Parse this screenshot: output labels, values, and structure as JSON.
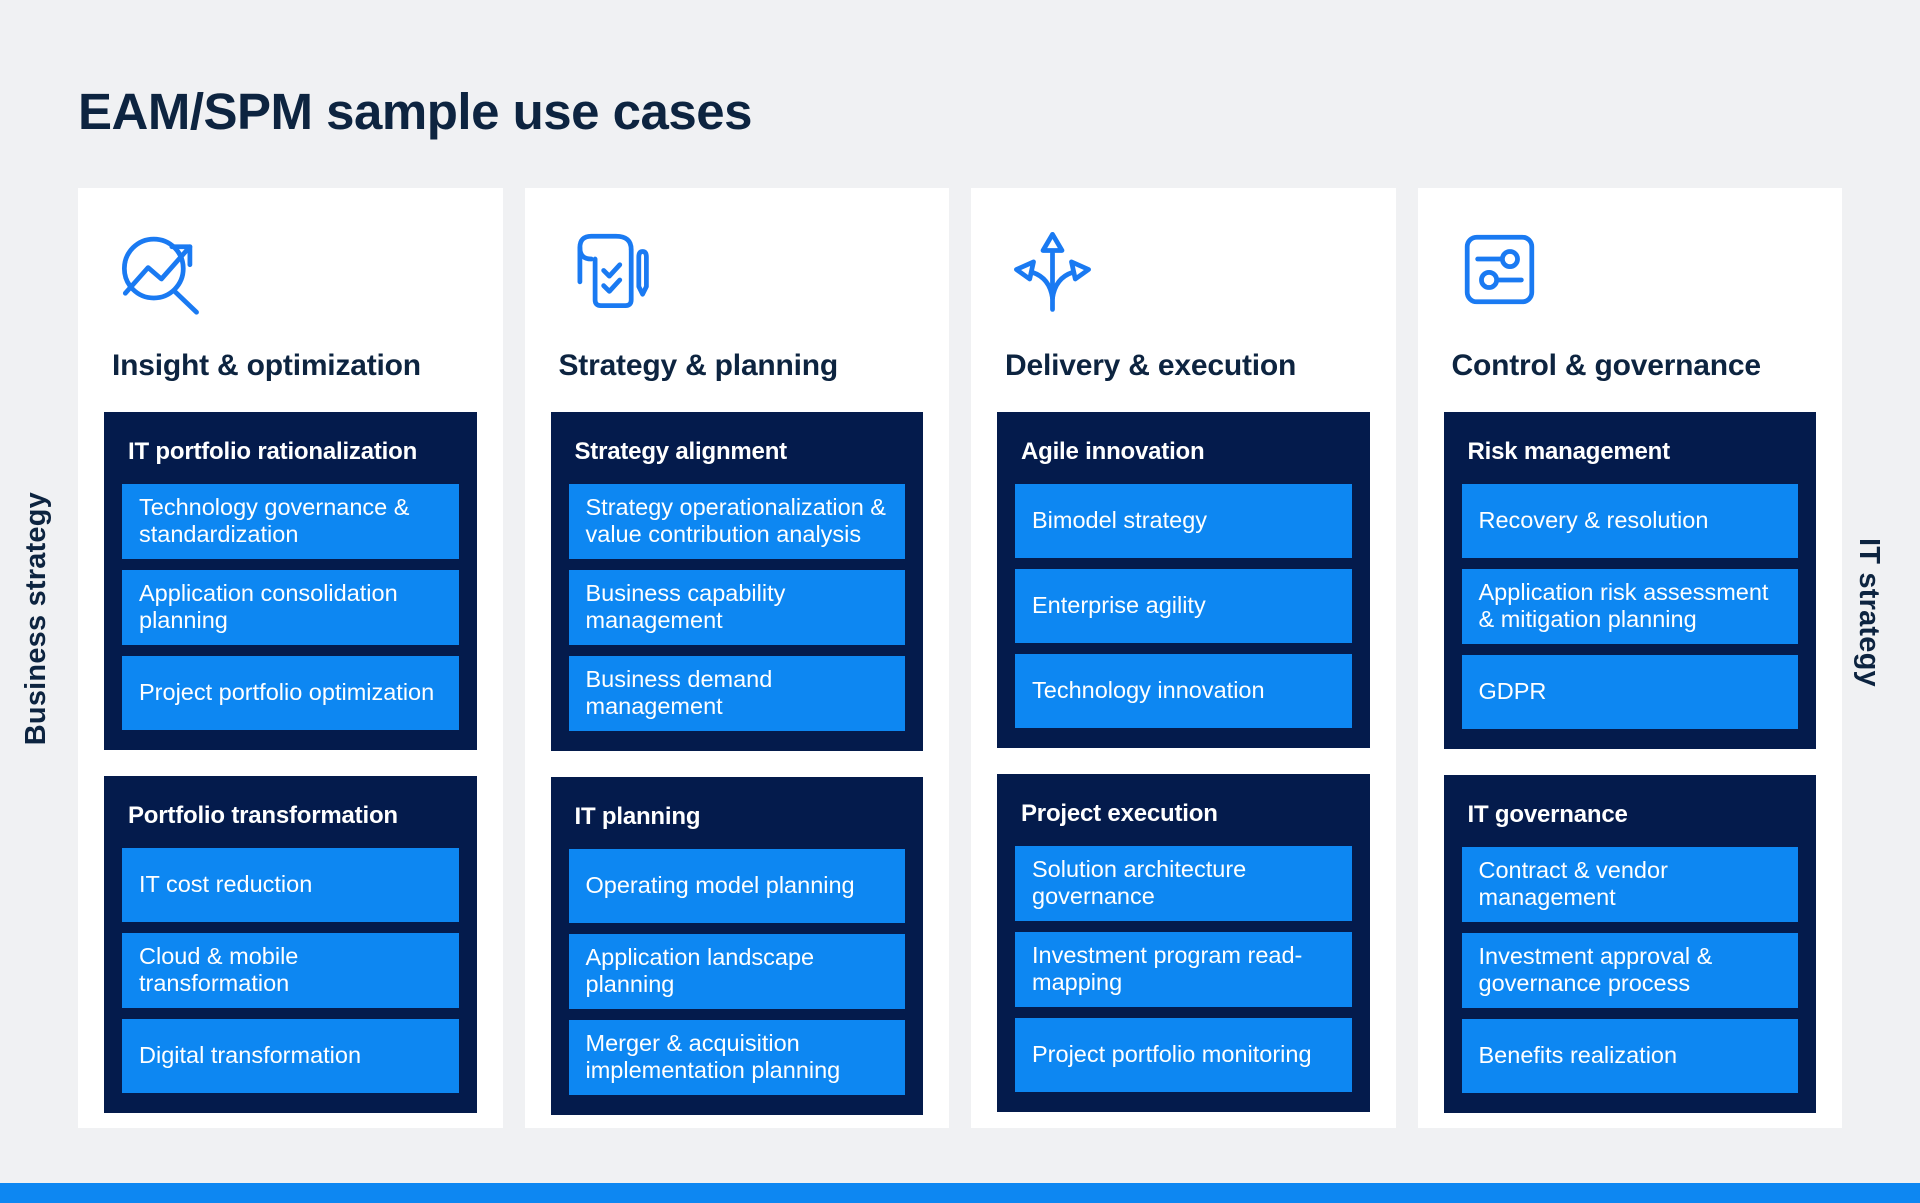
{
  "page": {
    "title": "EAM/SPM sample use cases",
    "left_axis_label": "Business strategy",
    "right_axis_label": "IT strategy"
  },
  "colors": {
    "background": "#f0f1f3",
    "panel_white": "#ffffff",
    "card_navy": "#041b4c",
    "item_blue": "#0d87f2",
    "icon_blue": "#1a7af2",
    "heading_navy": "#0d2440",
    "bottom_bar_blue": "#0d87f2"
  },
  "columns": [
    {
      "icon": "trend-analysis-icon",
      "title": "Insight & optimization",
      "cards": [
        {
          "header": "IT portfolio rationalization",
          "items": [
            "Technology governance & standardization",
            "Application consolidation planning",
            "Project portfolio optimization"
          ]
        },
        {
          "header": "Portfolio transformation",
          "items": [
            "IT cost reduction",
            "Cloud & mobile transformation",
            "Digital transformation"
          ]
        }
      ]
    },
    {
      "icon": "checklist-scroll-icon",
      "title": "Strategy & planning",
      "cards": [
        {
          "header": "Strategy alignment",
          "items": [
            "Strategy operationalization & value contribution analysis",
            "Business capability management",
            "Business demand management"
          ]
        },
        {
          "header": "IT planning",
          "items": [
            "Operating model planning",
            "Application landscape planning",
            "Merger & acquisition implementation planning"
          ]
        }
      ]
    },
    {
      "icon": "branching-arrows-icon",
      "title": "Delivery & execution",
      "cards": [
        {
          "header": "Agile innovation",
          "items": [
            "Bimodel strategy",
            "Enterprise agility",
            "Technology innovation"
          ]
        },
        {
          "header": "Project execution",
          "items": [
            "Solution architecture governance",
            "Investment program read-mapping",
            "Project portfolio monitoring"
          ]
        }
      ]
    },
    {
      "icon": "sliders-icon",
      "title": "Control & governance",
      "cards": [
        {
          "header": "Risk management",
          "items": [
            "Recovery & resolution",
            "Application risk assessment & mitigation planning",
            "GDPR"
          ]
        },
        {
          "header": "IT governance",
          "items": [
            "Contract & vendor management",
            "Investment approval & governance process",
            "Benefits realization"
          ]
        }
      ]
    }
  ]
}
